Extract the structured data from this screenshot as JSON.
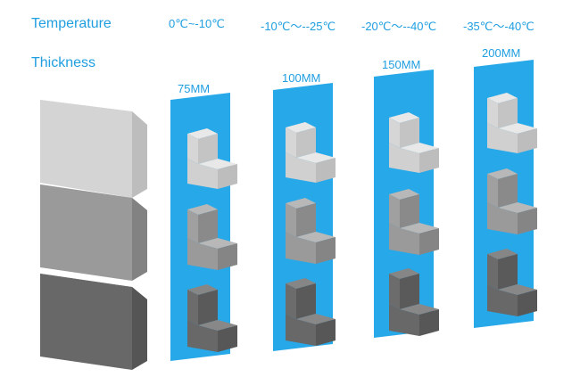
{
  "labels": {
    "temperature": "Temperature",
    "thickness": "Thickness"
  },
  "columns": [
    {
      "temperature": "0℃~-10℃",
      "thickness": "75MM"
    },
    {
      "temperature": "-10℃～--25℃",
      "thickness": "100MM"
    },
    {
      "temperature": "-20℃～--40℃",
      "thickness": "150MM"
    },
    {
      "temperature": "-35℃～-40℃",
      "thickness": "200MM"
    }
  ],
  "colors": {
    "accent": "#1f9ee0",
    "panel": "#27a8e8",
    "light_block": "#d4d4d4",
    "medium_block": "#9a9a9a",
    "dark_block": "#686868"
  }
}
